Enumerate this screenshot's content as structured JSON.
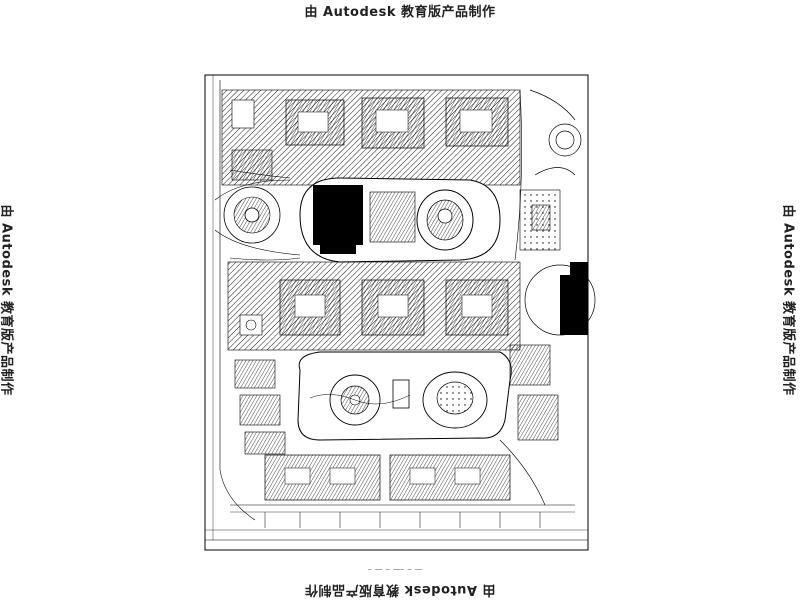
{
  "watermark": {
    "top": "由 Autodesk 教育版产品制作",
    "bottom": "由 Autodesk 教育版产品制作",
    "left": "由 Autodesk 教育版产品制作",
    "right": "由 Autodesk 教育版产品制作"
  },
  "drawing": {
    "type": "site plan (CAD line drawing)",
    "hatch_color": "#000000",
    "line_color": "#000000",
    "background": "#ffffff"
  }
}
